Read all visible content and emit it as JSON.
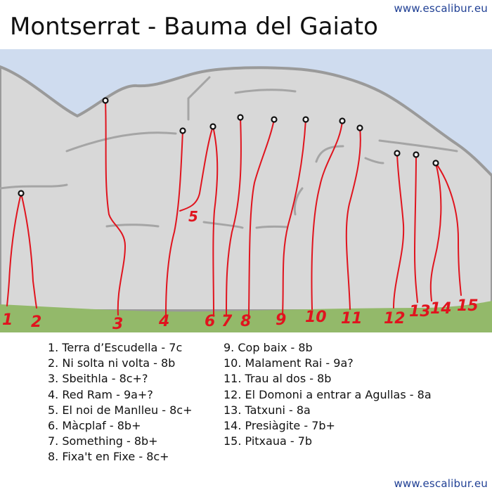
{
  "header": {
    "title": "Montserrat - Bauma del Gaiato",
    "website": "www.escalibur.eu"
  },
  "footer": {
    "website": "www.escalibur.eu"
  },
  "colors": {
    "sky": "#cfdcef",
    "rock": "#d8d8d8",
    "rock_edge": "#9a9a9a",
    "grass": "#93b96a",
    "route": "#e0141e",
    "link": "#1f3f94"
  },
  "topo_labels": [
    "1",
    "2",
    "3",
    "4",
    "5",
    "6",
    "7",
    "8",
    "9",
    "10",
    "11",
    "12",
    "13",
    "14",
    "15"
  ],
  "routes": [
    {
      "num": "1",
      "name": "Terra d’Escudella",
      "grade": "7c",
      "text": "1. Terra d’Escudella  - 7c"
    },
    {
      "num": "2",
      "name": "Ni solta ni volta",
      "grade": "8b",
      "text": "2. Ni solta ni volta - 8b"
    },
    {
      "num": "3",
      "name": "Sbeithla",
      "grade": "8c+?",
      "text": "3. Sbeithla - 8c+?"
    },
    {
      "num": "4",
      "name": "Red Ram",
      "grade": "9a+?",
      "text": "4. Red Ram - 9a+?"
    },
    {
      "num": "5",
      "name": "El noi de Manlleu",
      "grade": "8c+",
      "text": "5. El noi de Manlleu - 8c+"
    },
    {
      "num": "6",
      "name": "Màcplaf",
      "grade": "8b+",
      "text": "6. Màcplaf - 8b+"
    },
    {
      "num": "7",
      "name": "Something",
      "grade": "8b+",
      "text": "7. Something - 8b+"
    },
    {
      "num": "8",
      "name": "Fixa't en Fixe",
      "grade": "8c+",
      "text": "8. Fixa't en Fixe - 8c+"
    },
    {
      "num": "9",
      "name": "Cop baix",
      "grade": "8b",
      "text": "9. Cop baix - 8b"
    },
    {
      "num": "10",
      "name": "Malament Rai",
      "grade": "9a?",
      "text": "10. Malament Rai - 9a?"
    },
    {
      "num": "11",
      "name": "Trau al dos",
      "grade": "8b",
      "text": "11. Trau al dos - 8b"
    },
    {
      "num": "12",
      "name": "El Domoni a entrar a Agullas",
      "grade": "8a",
      "text": "12. El Domoni a entrar a Agullas - 8a"
    },
    {
      "num": "13",
      "name": "Tatxuni",
      "grade": "8a",
      "text": "13. Tatxuni - 8a"
    },
    {
      "num": "14",
      "name": "Presiàgite",
      "grade": "7b+",
      "text": "14. Presiàgite - 7b+"
    },
    {
      "num": "15",
      "name": "Pitxaua",
      "grade": "7b",
      "text": "15. Pitxaua - 7b"
    }
  ]
}
